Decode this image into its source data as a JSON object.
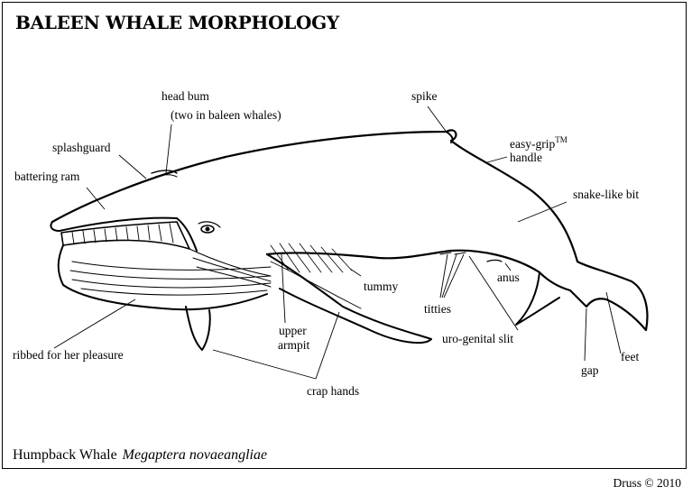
{
  "title": "BALEEN WHALE MORPHOLOGY",
  "labels": {
    "head_bum": "head bum",
    "head_bum_note": "(two in baleen whales)",
    "splashguard": "splashguard",
    "battering_ram": "battering ram",
    "spike": "spike",
    "easy_grip": "easy-grip",
    "easy_grip_tm": "TM",
    "handle": "handle",
    "snake_like_bit": "snake-like bit",
    "anus": "anus",
    "tummy": "tummy",
    "titties": "titties",
    "uro_genital_slit": "uro-genital slit",
    "upper": "upper",
    "armpit": "armpit",
    "ribbed": "ribbed for her pleasure",
    "crap_hands": "crap hands",
    "gap": "gap",
    "feet": "feet"
  },
  "caption": {
    "common_name": "Humpback Whale",
    "scientific_name": "Megaptera novaeangliae"
  },
  "credit": "Druss © 2010"
}
